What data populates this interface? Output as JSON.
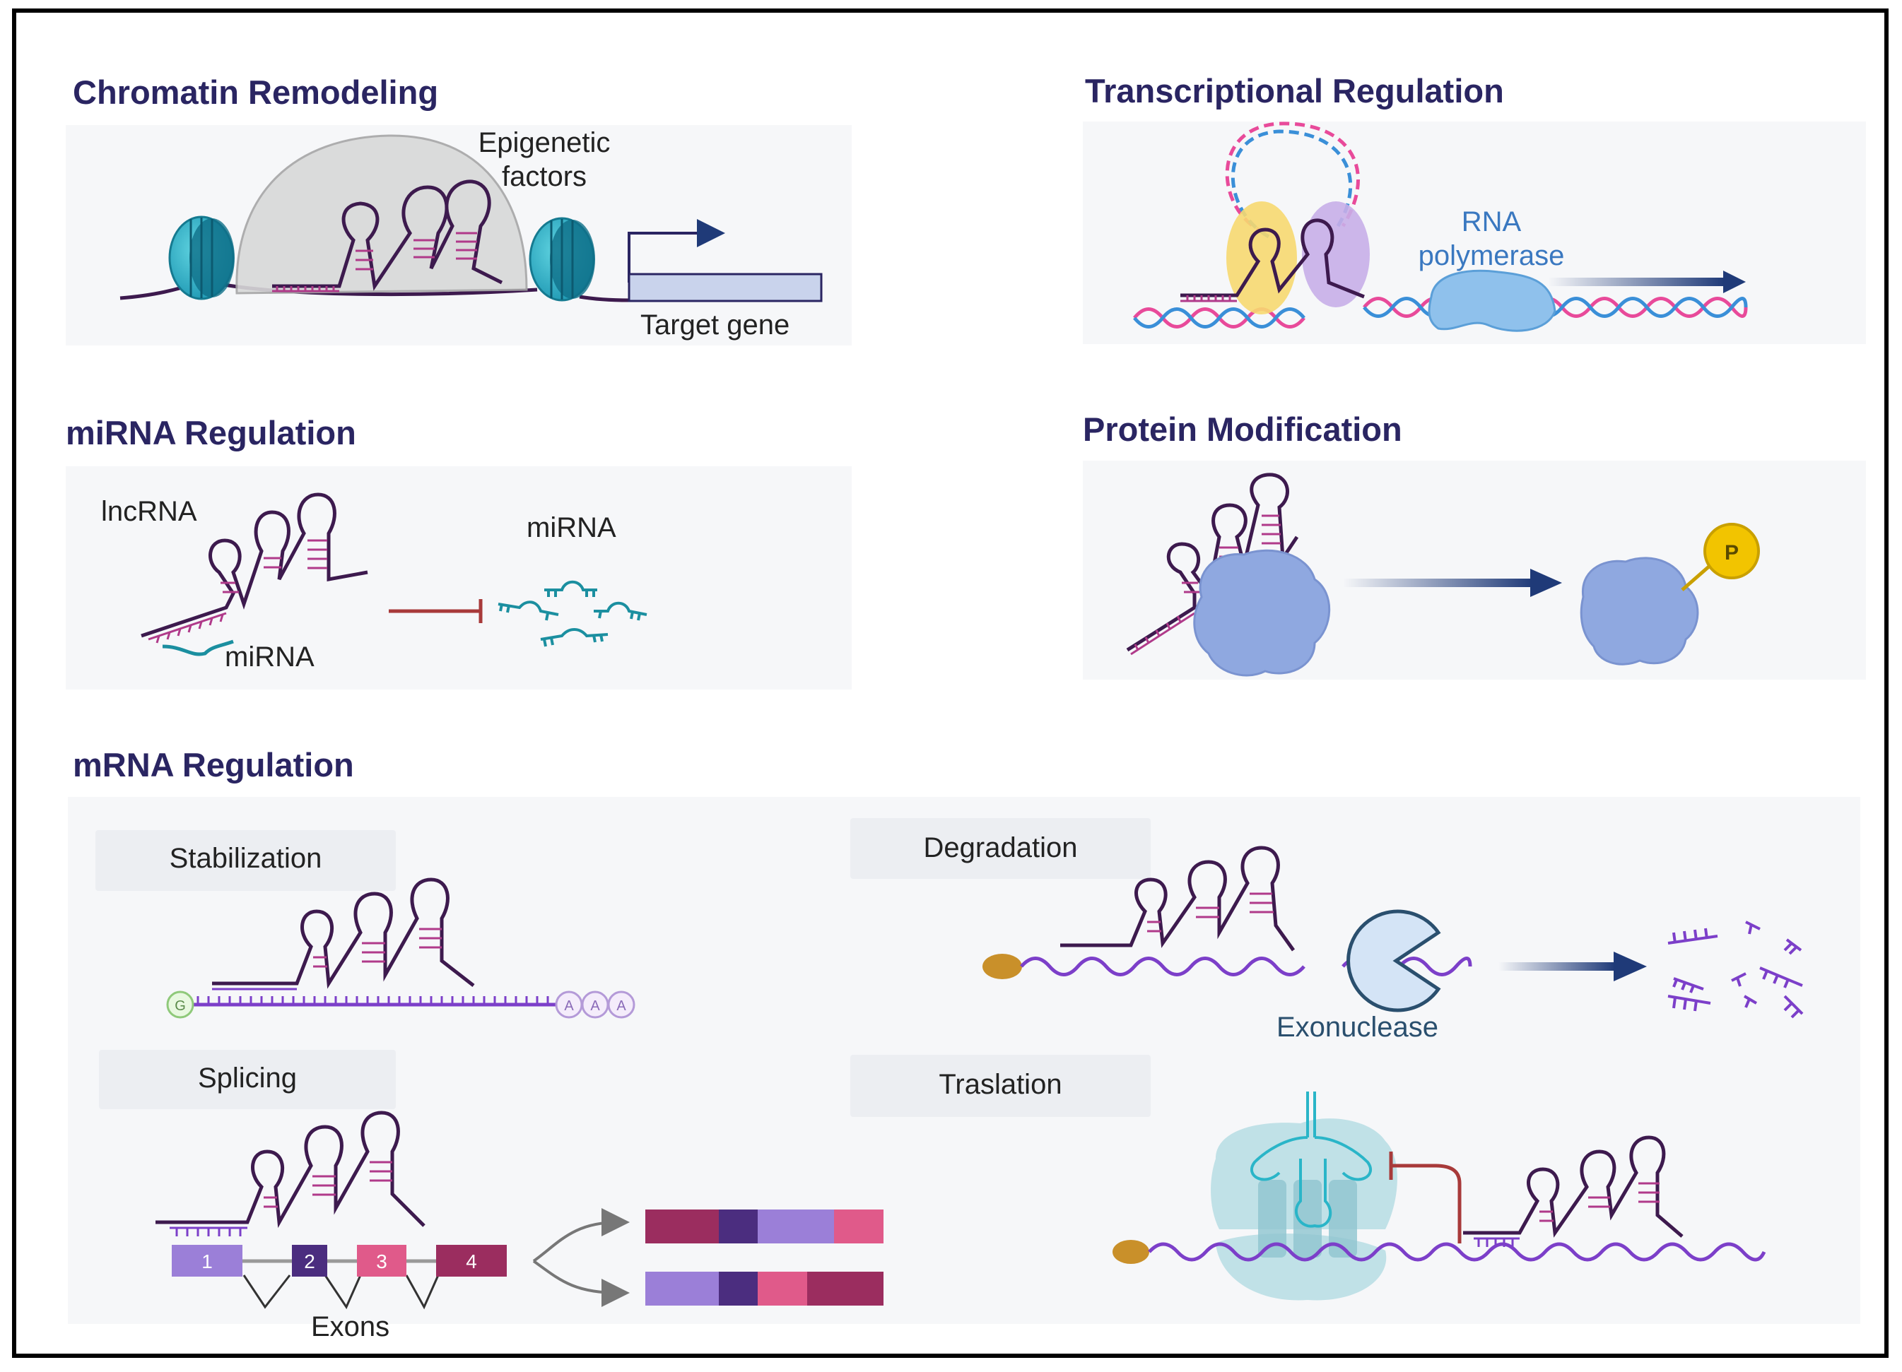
{
  "colors": {
    "title": "#2a2562",
    "lncrna": "#3d1a4e",
    "rung": "#b03a8a",
    "mirna": "#1b8fa0",
    "dna_pink": "#e84a9a",
    "dna_blue": "#3a8fd8",
    "mrna": "#7c3fc9",
    "arrow": "#1f3a78",
    "inhibit": "#a83a3a",
    "protein": "#8fa8e0",
    "phosphate": "#f2c400",
    "nucleosome": "#2ab5c8"
  },
  "sections": {
    "chromatin": {
      "title": "Chromatin Remodeling",
      "epigenetic": [
        "Epigenetic",
        "factors"
      ],
      "target_gene": "Target gene"
    },
    "transcription": {
      "title": "Transcriptional Regulation",
      "rna_pol": [
        "RNA",
        "polymerase"
      ]
    },
    "mirna": {
      "title": "miRNA Regulation",
      "lncrna": "lncRNA",
      "mirna_bound": "miRNA",
      "mirna_free": "miRNA"
    },
    "protein": {
      "title": "Protein Modification",
      "phosphate": "P"
    },
    "mrna": {
      "title": "mRNA Regulation",
      "stabilization": "Stabilization",
      "degradation": "Degradation",
      "splicing": "Splicing",
      "translation": "Traslation",
      "exonuclease": "Exonuclease",
      "exons_label": "Exons",
      "cap": "G",
      "polya": [
        "A",
        "A",
        "A"
      ],
      "exons": [
        "1",
        "2",
        "3",
        "4"
      ]
    }
  }
}
